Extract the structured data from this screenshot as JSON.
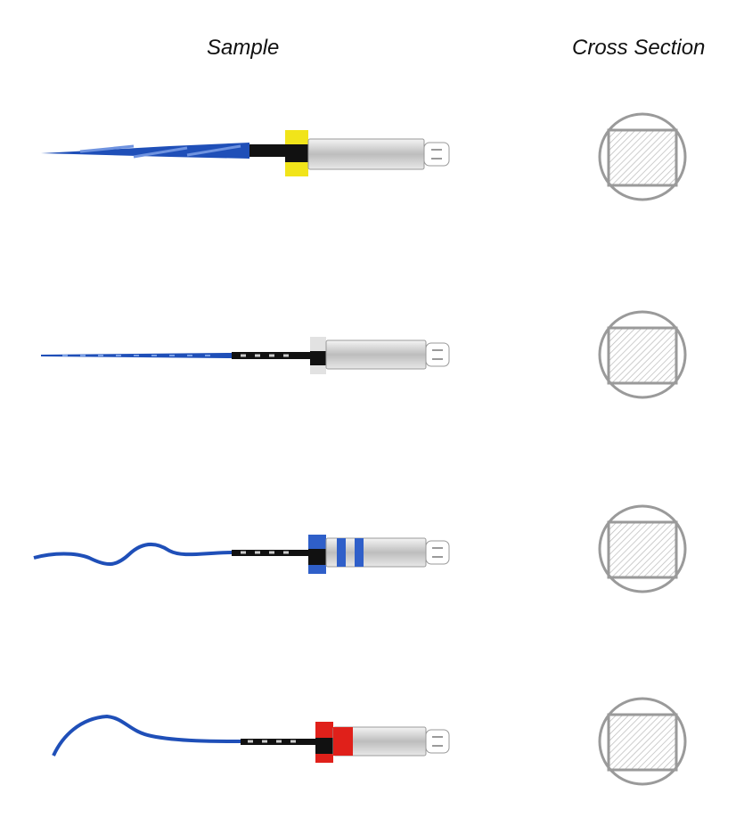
{
  "headers": {
    "sample": "Sample",
    "cross_section": "Cross Section"
  },
  "colors": {
    "file_blue": "#1f4fb8",
    "file_black": "#111111",
    "shank_silver": "#c9c9c9",
    "outline_gray": "#9a9a9a"
  },
  "rows": [
    {
      "ring_color": "#f1e41a",
      "band_color": null,
      "shape": "twisted"
    },
    {
      "ring_color": "#e2e2e2",
      "band_color": null,
      "shape": "straight"
    },
    {
      "ring_color": "#2f5fc9",
      "band_color": "#2f5fc9",
      "shape": "wavy"
    },
    {
      "ring_color": "#e0201a",
      "band_color": "#e0201a",
      "shape": "curved"
    }
  ]
}
